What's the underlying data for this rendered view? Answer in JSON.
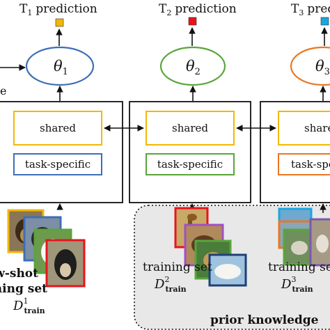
{
  "columns": [
    {
      "prediction_label": "prediction",
      "task_main": "T",
      "task_sub": "1",
      "theta_main": "θ",
      "theta_sub": "1",
      "shared_label": "shared",
      "task_specific_label": "task-specific",
      "marker_color": "#f2b705",
      "theta_color": "#3d6fb6",
      "specific_color": "#3d6fb6"
    },
    {
      "prediction_label": "prediction",
      "task_main": "T",
      "task_sub": "2",
      "theta_main": "θ",
      "theta_sub": "2",
      "shared_label": "shared",
      "task_specific_label": "task-specific",
      "marker_color": "#e8141c",
      "theta_color": "#58a63a",
      "specific_color": "#58a63a"
    },
    {
      "prediction_label": "prediction",
      "task_main": "T",
      "task_sub": "3",
      "theta_main": "θ",
      "theta_sub": "3",
      "shared_label": "shared",
      "task_specific_label": "task-specific",
      "marker_color": "#1aa6e0",
      "theta_color": "#e87722",
      "specific_color": "#e87722"
    }
  ],
  "side_label_fragment": "e",
  "left_set": {
    "line1": "w-shot",
    "line2": "aining set",
    "d_main": "D",
    "d_sup": "1",
    "d_sub": "train"
  },
  "prior_sets": [
    {
      "line1": "training set",
      "d_main": "D",
      "d_sup": "2",
      "d_sub": "train"
    },
    {
      "line1": "training set",
      "d_main": "D",
      "d_sup": "3",
      "d_sub": "train"
    }
  ],
  "prior_knowledge_label": "prior knowledge",
  "photo_frame_colors": [
    "#f2b705",
    "#3d6fb6",
    "#58a63a",
    "#e8141c",
    "#a34fc2",
    "#1aa6e0"
  ],
  "colors": {
    "ink": "#111111",
    "prior_panel_fill": "#e8e8e8"
  }
}
